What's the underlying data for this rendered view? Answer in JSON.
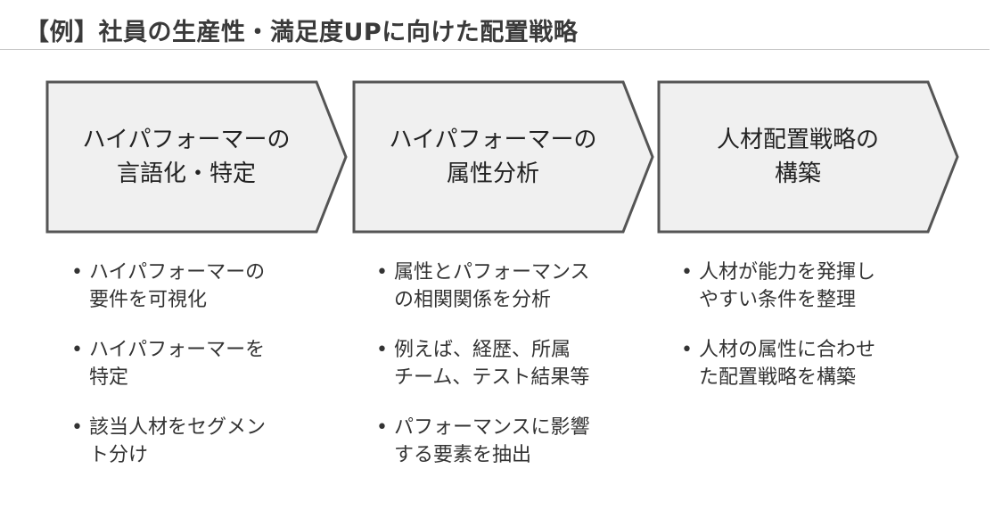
{
  "title": "【例】社員の生産性・満足度UPに向けた配置戦略",
  "colors": {
    "chevron_fill": "#f0f0f0",
    "chevron_stroke": "#555555",
    "rule": "#c8c8c8",
    "text": "#333333"
  },
  "steps": [
    {
      "label_lines": [
        "ハイパフォーマーの",
        "言語化・特定"
      ],
      "bullets": [
        {
          "lines": [
            "ハイパフォーマーの",
            "要件を可視化"
          ]
        },
        {
          "lines": [
            "ハイパフォーマーを",
            "特定"
          ]
        },
        {
          "lines": [
            "該当人材をセグメン",
            "ト分け"
          ]
        }
      ]
    },
    {
      "label_lines": [
        "ハイパフォーマーの",
        "属性分析"
      ],
      "bullets": [
        {
          "lines": [
            "属性とパフォーマンス",
            "の相関関係を分析"
          ]
        },
        {
          "lines": [
            "例えば、経歴、所属",
            "チーム、テスト結果等"
          ]
        },
        {
          "lines": [
            "パフォーマンスに影響",
            "する要素を抽出"
          ]
        }
      ]
    },
    {
      "label_lines": [
        "人材配置戦略の",
        "構築"
      ],
      "bullets": [
        {
          "lines": [
            "人材が能力を発揮し",
            "やすい条件を整理"
          ]
        },
        {
          "lines": [
            "人材の属性に合わせ",
            "た配置戦略を構築"
          ]
        }
      ]
    }
  ]
}
